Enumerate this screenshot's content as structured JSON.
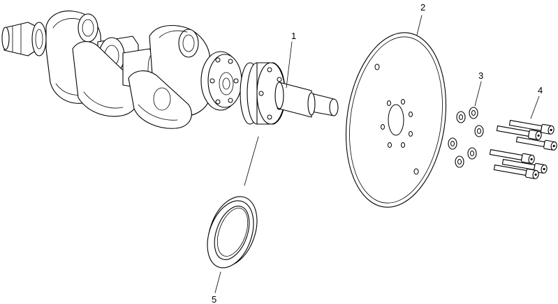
{
  "diagram": {
    "callouts": [
      {
        "id": "1",
        "label": "1",
        "part": "crankshaft-adapter-hub"
      },
      {
        "id": "2",
        "label": "2",
        "part": "flex-plate"
      },
      {
        "id": "3",
        "label": "3",
        "part": "washers"
      },
      {
        "id": "4",
        "label": "4",
        "part": "bolts"
      },
      {
        "id": "5",
        "label": "5",
        "part": "seal-ring"
      }
    ]
  }
}
